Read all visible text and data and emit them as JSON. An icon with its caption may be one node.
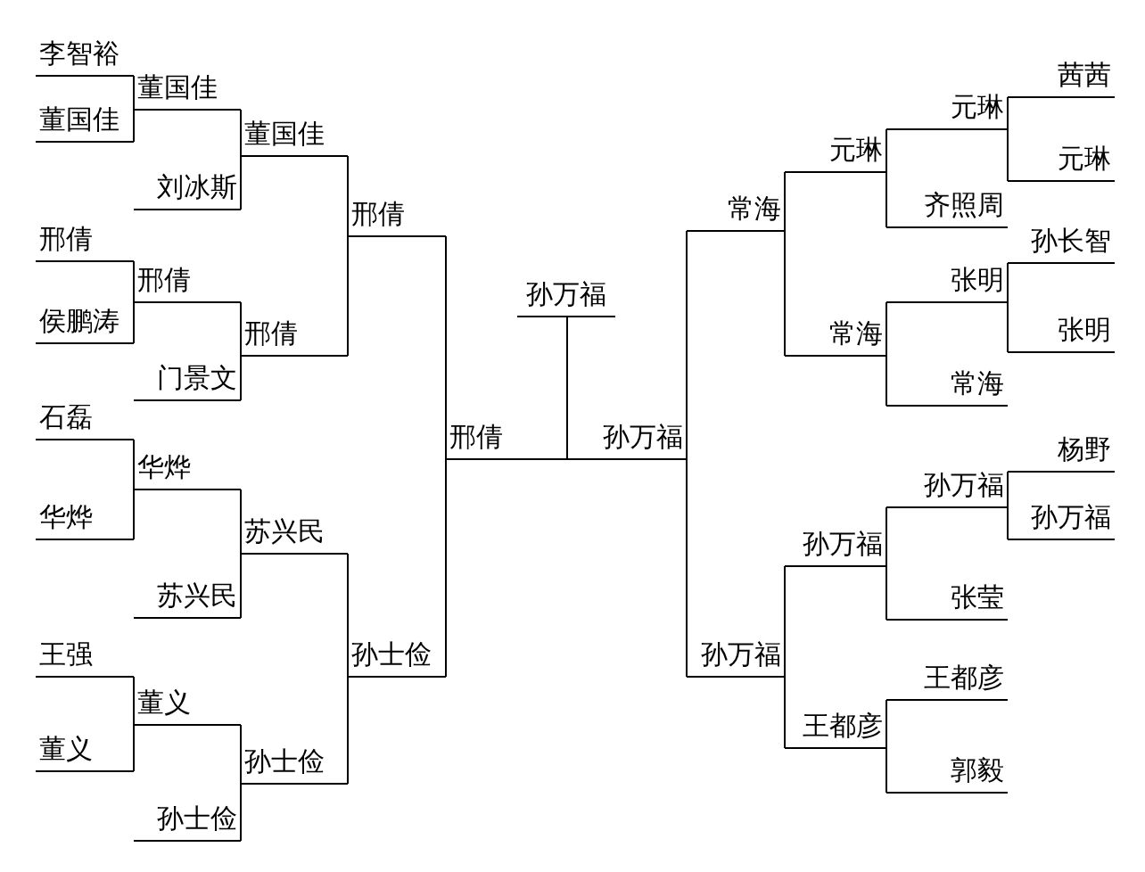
{
  "diagram": {
    "nodes": [
      {
        "text": [
          "李智裕"
        ]
      },
      {
        "text": [
          "董国佳"
        ]
      },
      {
        "text": [
          "董国佳"
        ]
      },
      {
        "text": [
          "董国佳"
        ]
      },
      {
        "text": [
          "刘冰斯"
        ]
      },
      {
        "text": [
          "邢倩"
        ]
      },
      {
        "text": [
          "侯鹏涛"
        ]
      },
      {
        "text": [
          "邢倩"
        ]
      },
      {
        "text": [
          "邢倩"
        ]
      },
      {
        "text": [
          "门景文"
        ]
      },
      {
        "text": [
          "邢倩"
        ]
      },
      {
        "text": [
          "石磊"
        ]
      },
      {
        "text": [
          "华烨"
        ]
      },
      {
        "text": [
          "华烨"
        ]
      },
      {
        "text": [
          "苏兴民"
        ]
      },
      {
        "text": [
          "苏兴民"
        ]
      },
      {
        "text": [
          "王强"
        ]
      },
      {
        "text": [
          "董义"
        ]
      },
      {
        "text": [
          "董义"
        ]
      },
      {
        "text": [
          "孙士俭"
        ]
      },
      {
        "text": [
          "孙士俭"
        ]
      },
      {
        "text": [
          "孙士俭"
        ]
      },
      {
        "text": [
          "邢倩"
        ]
      },
      {
        "text": [
          "孙万福"
        ]
      },
      {
        "text": [
          "孙万福"
        ]
      },
      {
        "text": [
          "常海"
        ]
      },
      {
        "text": [
          "元琳"
        ]
      },
      {
        "text": [
          "元琳"
        ]
      },
      {
        "text": [
          "茜茜"
        ]
      },
      {
        "text": [
          "元琳"
        ]
      },
      {
        "text": [
          "齐照周"
        ]
      },
      {
        "text": [
          "常海"
        ]
      },
      {
        "text": [
          "张明"
        ]
      },
      {
        "text": [
          "孙长智"
        ]
      },
      {
        "text": [
          "张明"
        ]
      },
      {
        "text": [
          "常海"
        ]
      },
      {
        "text": [
          "孙万福"
        ]
      },
      {
        "text": [
          "孙万福"
        ]
      },
      {
        "text": [
          "孙万福"
        ]
      },
      {
        "text": [
          "杨野"
        ]
      },
      {
        "text": [
          "孙万福"
        ]
      },
      {
        "text": [
          "张莹"
        ]
      },
      {
        "text": [
          "王都彦"
        ]
      },
      {
        "text": [
          "王都彦"
        ]
      },
      {
        "text": [
          "郭毅"
        ]
      }
    ],
    "edges": [
      {
        "from": 0,
        "to": 2,
        "arrow": "none"
      },
      {
        "from": 1,
        "to": 2,
        "arrow": "none"
      },
      {
        "from": 2,
        "to": 3,
        "arrow": "none"
      },
      {
        "from": 4,
        "to": 3,
        "arrow": "none"
      },
      {
        "from": 5,
        "to": 7,
        "arrow": "none"
      },
      {
        "from": 6,
        "to": 7,
        "arrow": "none"
      },
      {
        "from": 7,
        "to": 8,
        "arrow": "none"
      },
      {
        "from": 9,
        "to": 8,
        "arrow": "none"
      },
      {
        "from": 3,
        "to": 10,
        "arrow": "none"
      },
      {
        "from": 8,
        "to": 10,
        "arrow": "none"
      },
      {
        "from": 11,
        "to": 13,
        "arrow": "none"
      },
      {
        "from": 12,
        "to": 13,
        "arrow": "none"
      },
      {
        "from": 13,
        "to": 14,
        "arrow": "none"
      },
      {
        "from": 15,
        "to": 14,
        "arrow": "none"
      },
      {
        "from": 16,
        "to": 18,
        "arrow": "none"
      },
      {
        "from": 17,
        "to": 18,
        "arrow": "none"
      },
      {
        "from": 18,
        "to": 19,
        "arrow": "none"
      },
      {
        "from": 20,
        "to": 19,
        "arrow": "none"
      },
      {
        "from": 19,
        "to": 21,
        "arrow": "none"
      },
      {
        "from": 14,
        "to": 21,
        "arrow": "none"
      },
      {
        "from": 10,
        "to": 22,
        "arrow": "none"
      },
      {
        "from": 21,
        "to": 22,
        "arrow": "none"
      },
      {
        "from": 22,
        "to": 23,
        "arrow": "none"
      },
      {
        "from": 24,
        "to": 23,
        "arrow": "none"
      },
      {
        "from": 28,
        "to": 27,
        "arrow": "none"
      },
      {
        "from": 29,
        "to": 27,
        "arrow": "none"
      },
      {
        "from": 27,
        "to": 26,
        "arrow": "none"
      },
      {
        "from": 30,
        "to": 26,
        "arrow": "none"
      },
      {
        "from": 33,
        "to": 32,
        "arrow": "none"
      },
      {
        "from": 34,
        "to": 32,
        "arrow": "none"
      },
      {
        "from": 32,
        "to": 31,
        "arrow": "none"
      },
      {
        "from": 35,
        "to": 31,
        "arrow": "none"
      },
      {
        "from": 26,
        "to": 25,
        "arrow": "none"
      },
      {
        "from": 31,
        "to": 25,
        "arrow": "none"
      },
      {
        "from": 39,
        "to": 38,
        "arrow": "none"
      },
      {
        "from": 40,
        "to": 38,
        "arrow": "none"
      },
      {
        "from": 38,
        "to": 37,
        "arrow": "none"
      },
      {
        "from": 41,
        "to": 37,
        "arrow": "none"
      },
      {
        "from": 43,
        "to": 42,
        "arrow": "none"
      },
      {
        "from": 44,
        "to": 42,
        "arrow": "none"
      },
      {
        "from": 37,
        "to": 36,
        "arrow": "none"
      },
      {
        "from": 42,
        "to": 36,
        "arrow": "none"
      },
      {
        "from": 25,
        "to": 24,
        "arrow": "none"
      },
      {
        "from": 36,
        "to": 24,
        "arrow": "none"
      }
    ]
  }
}
